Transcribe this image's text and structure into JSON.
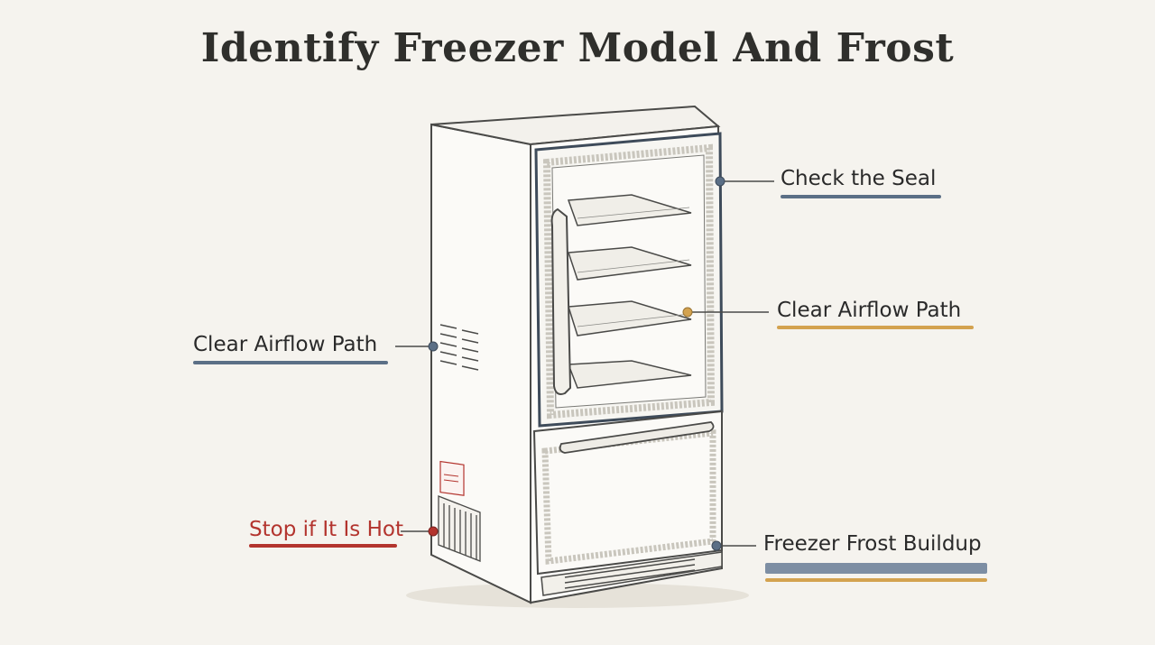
{
  "title": "Identify Freezer Model And Frost",
  "callouts": {
    "seal": {
      "label": "Check the Seal",
      "color": "#5b6f86"
    },
    "airflow_right": {
      "label": "Clear Airflow Path",
      "color": "#d3a24f"
    },
    "airflow_left": {
      "label": "Clear Airflow Path",
      "color": "#5b6f86"
    },
    "hot": {
      "label": "Stop if It Is Hot",
      "color": "#b3342e"
    },
    "frost": {
      "label": "Freezer Frost Buildup",
      "color": "#7d8ea3",
      "accent": "#d3a24f"
    }
  }
}
